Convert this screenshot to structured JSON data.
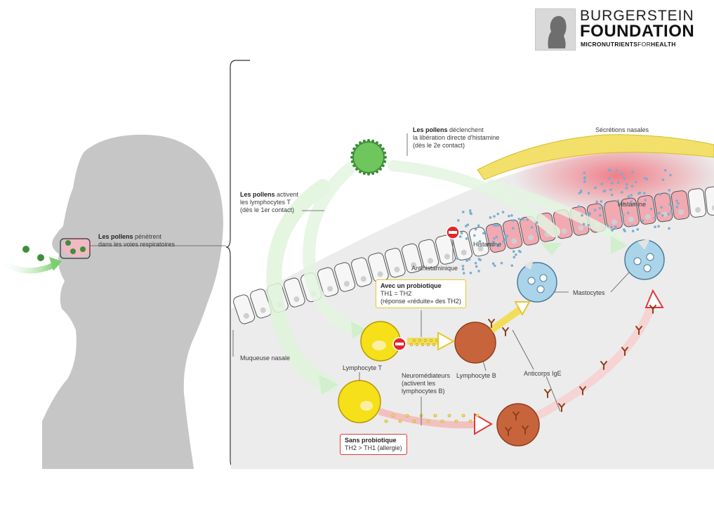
{
  "logo": {
    "line1": "BURGERSTEIN",
    "line2": "FOUNDATION",
    "line3_a": "MICRONUTRIENTS",
    "line3_b": "FOR",
    "line3_c": "HEALTH"
  },
  "labels": {
    "pollens_enter_bold": "Les pollens",
    "pollens_enter_rest": "pénètrent",
    "pollens_enter_line2": "dans les voies respiratoires",
    "pollens_activate_bold": "Les pollens",
    "pollens_activate_rest": "activent",
    "pollens_activate_line2": "les lymphocytes T",
    "pollens_activate_line3": "(dès le 1er contact)",
    "pollens_release_bold": "Les pollens",
    "pollens_release_rest": "déclenchent",
    "pollens_release_line2": "la libération directe d'histamine",
    "pollens_release_line3": "(dès le 2e contact)",
    "nasal_secretions": "Sécrétions nasales",
    "histamine_1": "Histamine",
    "histamine_2": "Histamine",
    "antihistamine": "Antihistaminique",
    "mastocytes": "Mastocytes",
    "nasal_mucosa": "Muqueuse nasale",
    "lymphocyte_t": "Lymphocyte T",
    "lymphocyte_b": "Lymphocyte B",
    "neuro_line1": "Neuromédiateurs",
    "neuro_line2": "(activent les",
    "neuro_line3": "lymphocytes B)",
    "antibodies": "Anticorps IgE"
  },
  "boxes": {
    "with_probiotic_title": "Avec un probiotique",
    "with_probiotic_line1": "TH1 = TH2",
    "with_probiotic_line2": "(réponse «réduite» des TH2)",
    "without_probiotic_title": "Sans probiotique",
    "without_probiotic_line1": "TH2 > TH1 (allergie)"
  },
  "colors": {
    "silhouette": "#c4c4c4",
    "background_tissue": "#ededed",
    "pollen_green": "#5cb85c",
    "arrow_green": "#d6f0d2",
    "lymphocyte_t": "#f5e01a",
    "lymphocyte_b": "#c8643c",
    "mastocyte": "#a9d4ea",
    "inflammation_pink": "#f07b86",
    "secretion_yellow": "#f2e06a",
    "probiotic_box_border": "#e6c82a",
    "no_probiotic_box_border": "#e23a3a",
    "block_red": "#e3262e"
  },
  "icons": [
    "pollen-icon",
    "block-icon",
    "antibody-icon",
    "histamine-dot-icon"
  ]
}
